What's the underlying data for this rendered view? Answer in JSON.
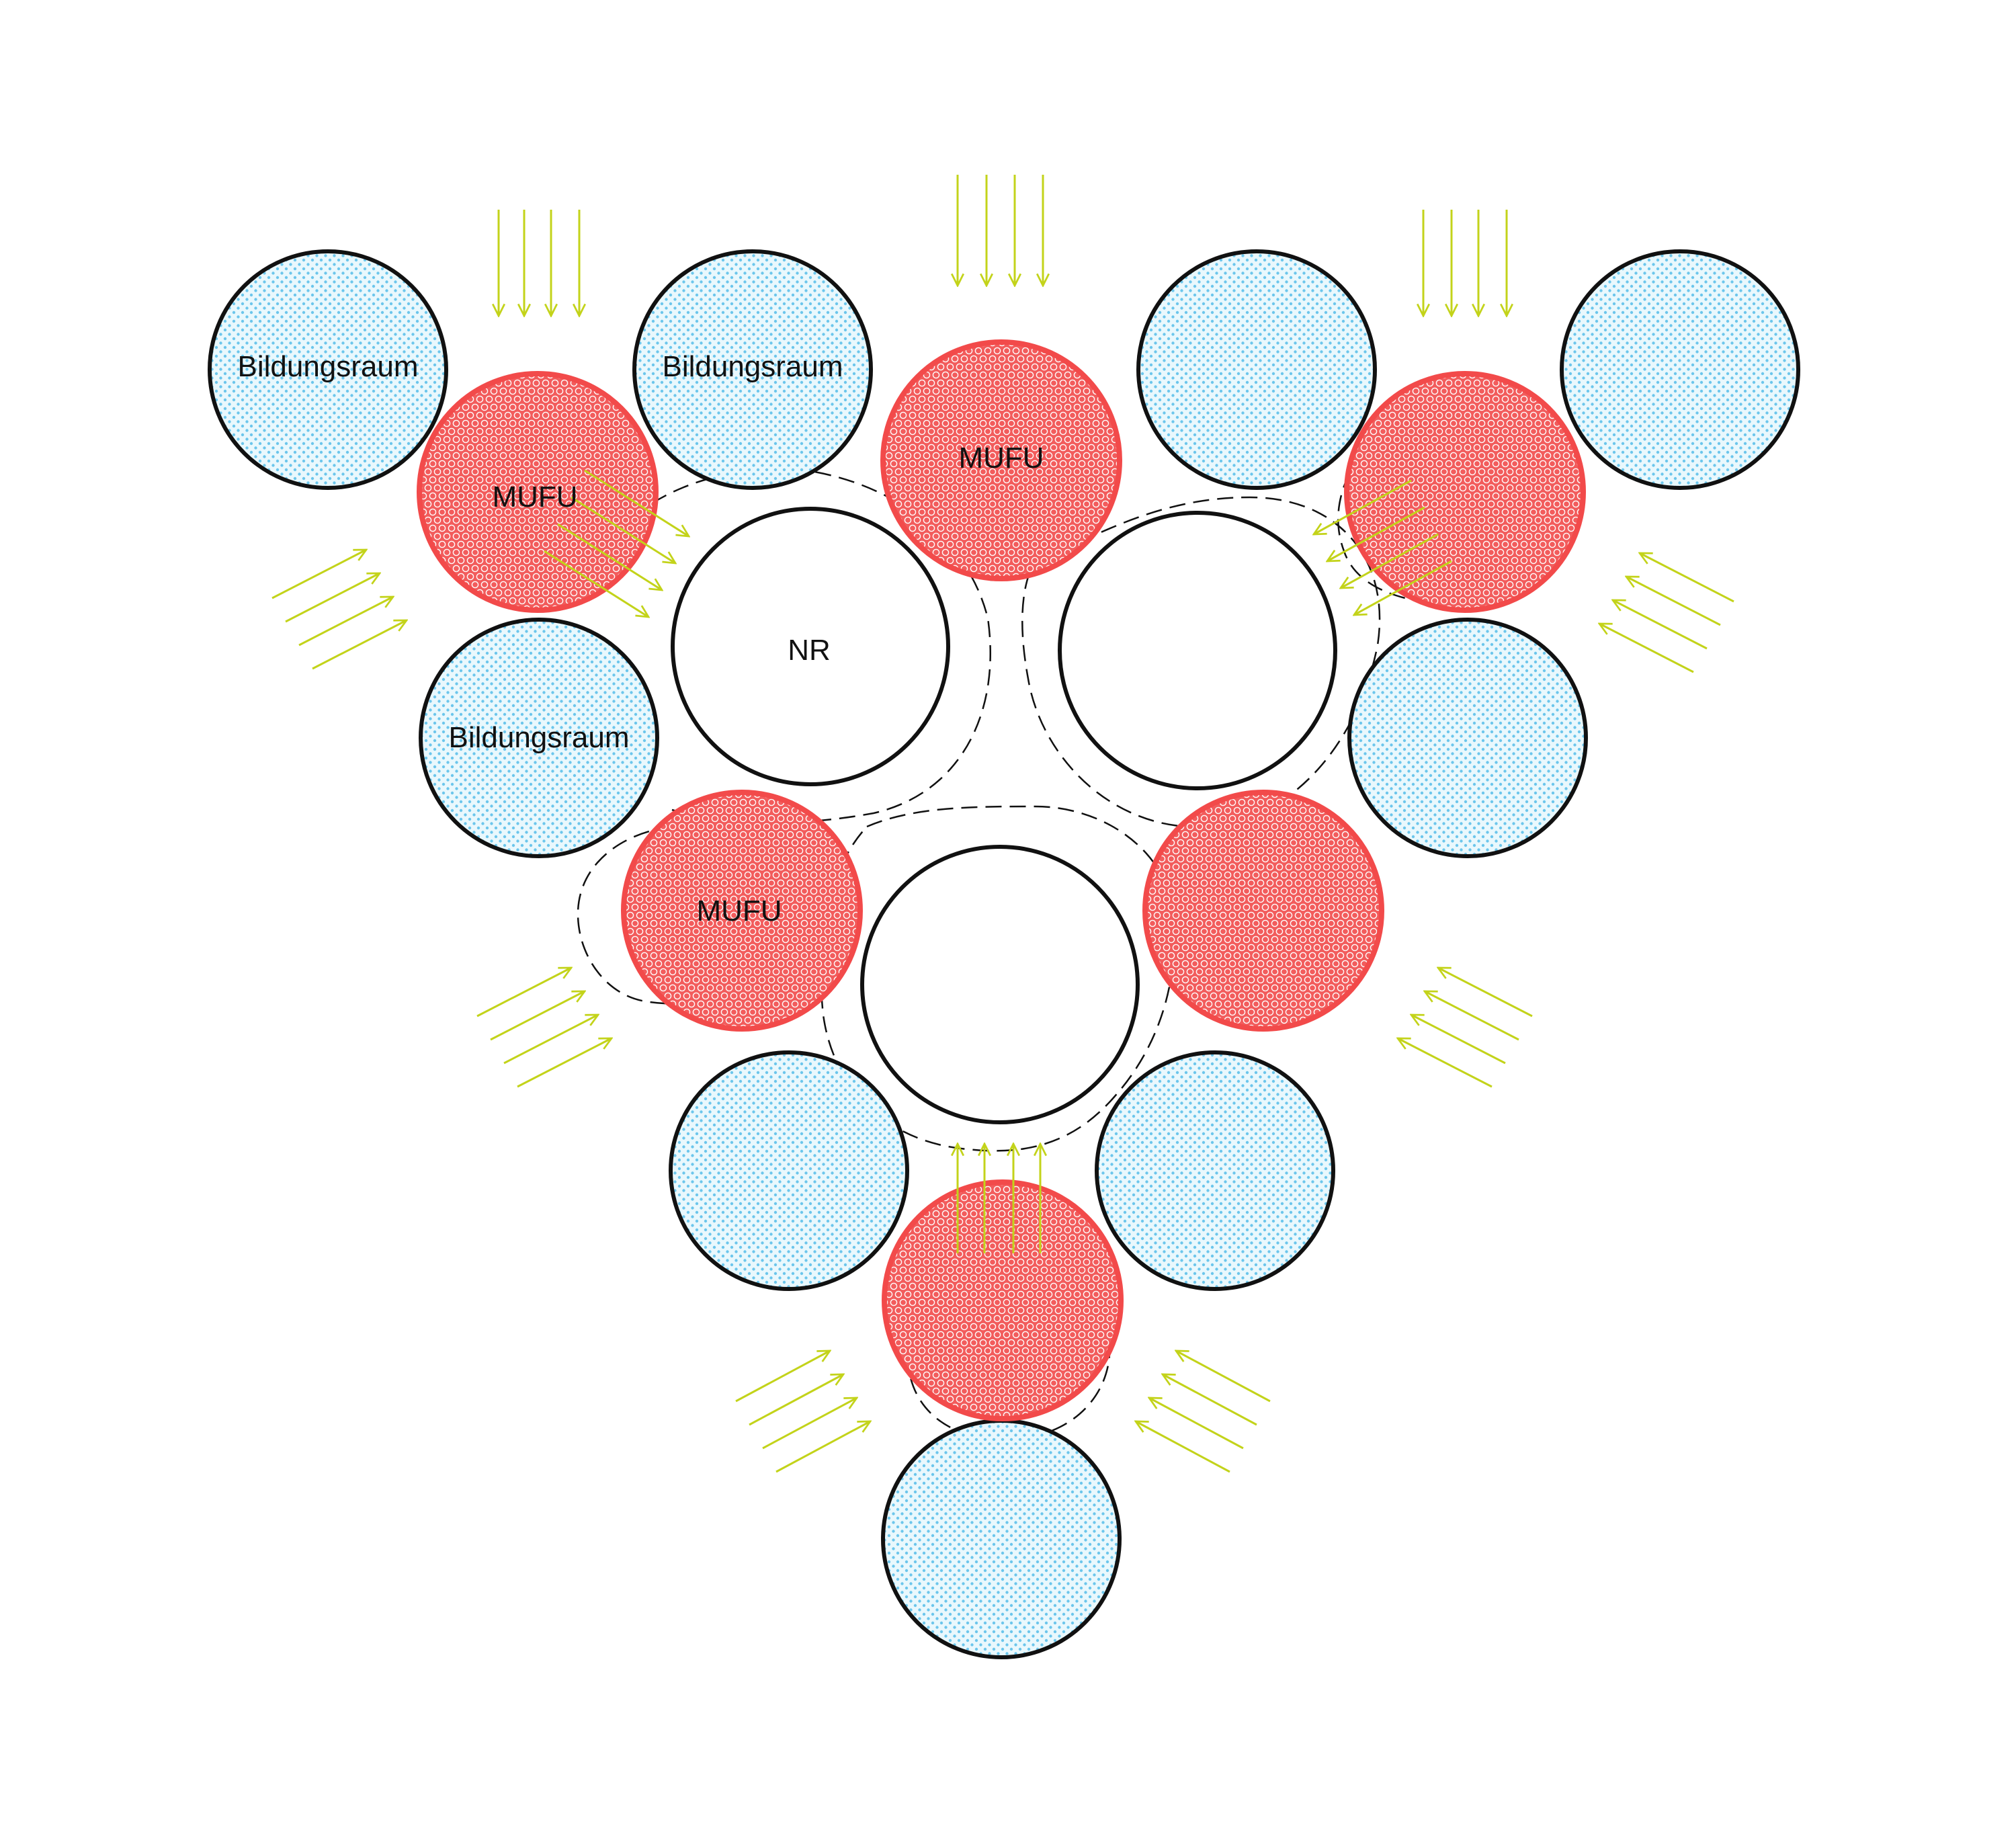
{
  "colors": {
    "background": "#ffffff",
    "bildungsraum_fill": "#e9f8fd",
    "bildungsraum_dot": "#6cc6ec",
    "mufu_fill": "#f25c5c",
    "mufu_stroke": "#f24a4a",
    "mufu_pattern": "#ffffff",
    "outline": "#111111",
    "arrow": "#c3d31a",
    "dashed": "#111111"
  },
  "labels": {
    "bildungsraum": "Bildungsraum",
    "mufu": "MUFU",
    "nr": "NR"
  },
  "legend_icons": {
    "arrow_group": "light-arrow-icon"
  }
}
